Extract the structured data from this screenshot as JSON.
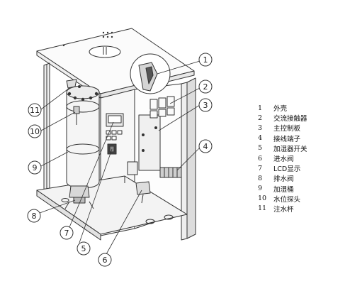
{
  "callouts": [
    "1",
    "2",
    "3",
    "4",
    "5",
    "6",
    "7",
    "8",
    "9",
    "10",
    "11"
  ],
  "legend": [
    {
      "num": "1",
      "text": "外壳"
    },
    {
      "num": "2",
      "text": "交流接触器"
    },
    {
      "num": "3",
      "text": "主控制板"
    },
    {
      "num": "4",
      "text": "接线端子"
    },
    {
      "num": "5",
      "text": "加湿器开关"
    },
    {
      "num": "6",
      "text": "进水阀"
    },
    {
      "num": "7",
      "text": "LCD显示"
    },
    {
      "num": "8",
      "text": "排水阀"
    },
    {
      "num": "9",
      "text": "加湿桶"
    },
    {
      "num": "10",
      "text": "水位探头"
    },
    {
      "num": "11",
      "text": "注水杯"
    }
  ]
}
